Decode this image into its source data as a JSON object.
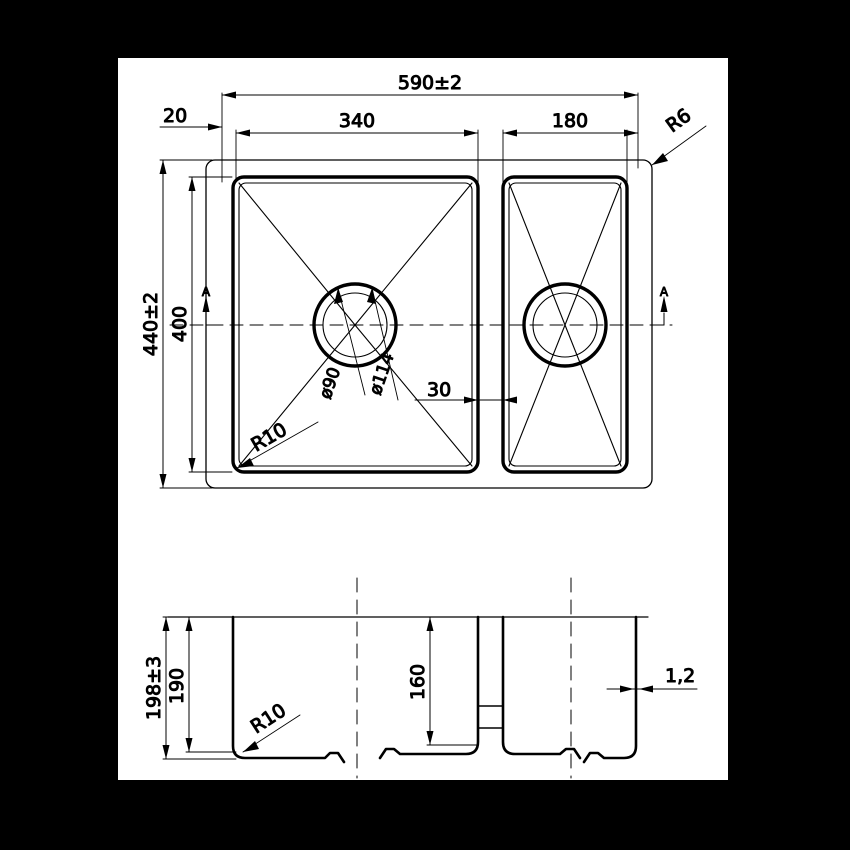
{
  "drawing": {
    "title": "Undermount double bowl sink technical drawing",
    "background_color": "#000000",
    "sheet_color": "#ffffff",
    "line_color": "#000000",
    "views": {
      "plan": "top view",
      "elevation": "front section view"
    }
  },
  "plan_dimensions": {
    "overall_width": "590±2",
    "left_edge_offset": "20",
    "left_bowl_width": "340",
    "right_bowl_width": "180",
    "corner_radius_outer": "R6",
    "overall_depth": "440±2",
    "bowl_depth": "400",
    "corner_radius_inner": "R10",
    "drain_inner_dia": "ø90",
    "drain_outer_dia": "ø114",
    "bowl_gap": "30",
    "section_mark_left": "A",
    "section_mark_right": "A"
  },
  "elevation_dimensions": {
    "overall_height": "198±3",
    "bowl_height_left": "190",
    "bowl_height_right": "160",
    "material_thickness": "1,2",
    "bottom_radius": "R10"
  }
}
